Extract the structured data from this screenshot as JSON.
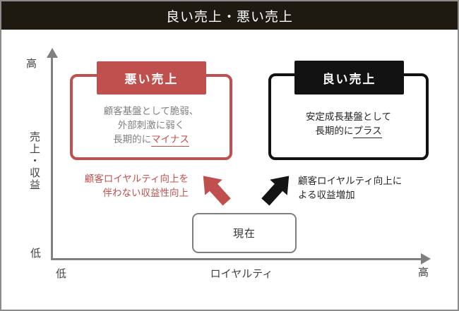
{
  "title": "良い売上・悪い売上",
  "colors": {
    "titlebar_bg": "#1e1a11",
    "accent_red": "#c0504d",
    "accent_black": "#121212",
    "axis_gray": "#808080",
    "body_gray": "#7f7f7f"
  },
  "axes": {
    "y": {
      "label": "売上・収益",
      "top": "高",
      "bottom": "低"
    },
    "x": {
      "label": "ロイヤルティ",
      "left": "低",
      "right": "高"
    }
  },
  "bad_box": {
    "title": "悪い売上",
    "line1": "顧客基盤として脆弱、",
    "line2": "外部刺激に弱く",
    "line3_prefix": "長期的に",
    "line3_highlight": "マイナス"
  },
  "good_box": {
    "title": "良い売上",
    "line1": "安定成長基盤として",
    "line2_prefix": "長期的に",
    "line2_highlight": "プラス"
  },
  "annotations": {
    "bad_path_line1": "顧客ロイヤルティ向上を",
    "bad_path_line2": "伴わない収益性向上",
    "good_path_line1": "顧客ロイヤルティ向上に",
    "good_path_line2": "よる収益増加"
  },
  "current": {
    "label": "現在"
  }
}
